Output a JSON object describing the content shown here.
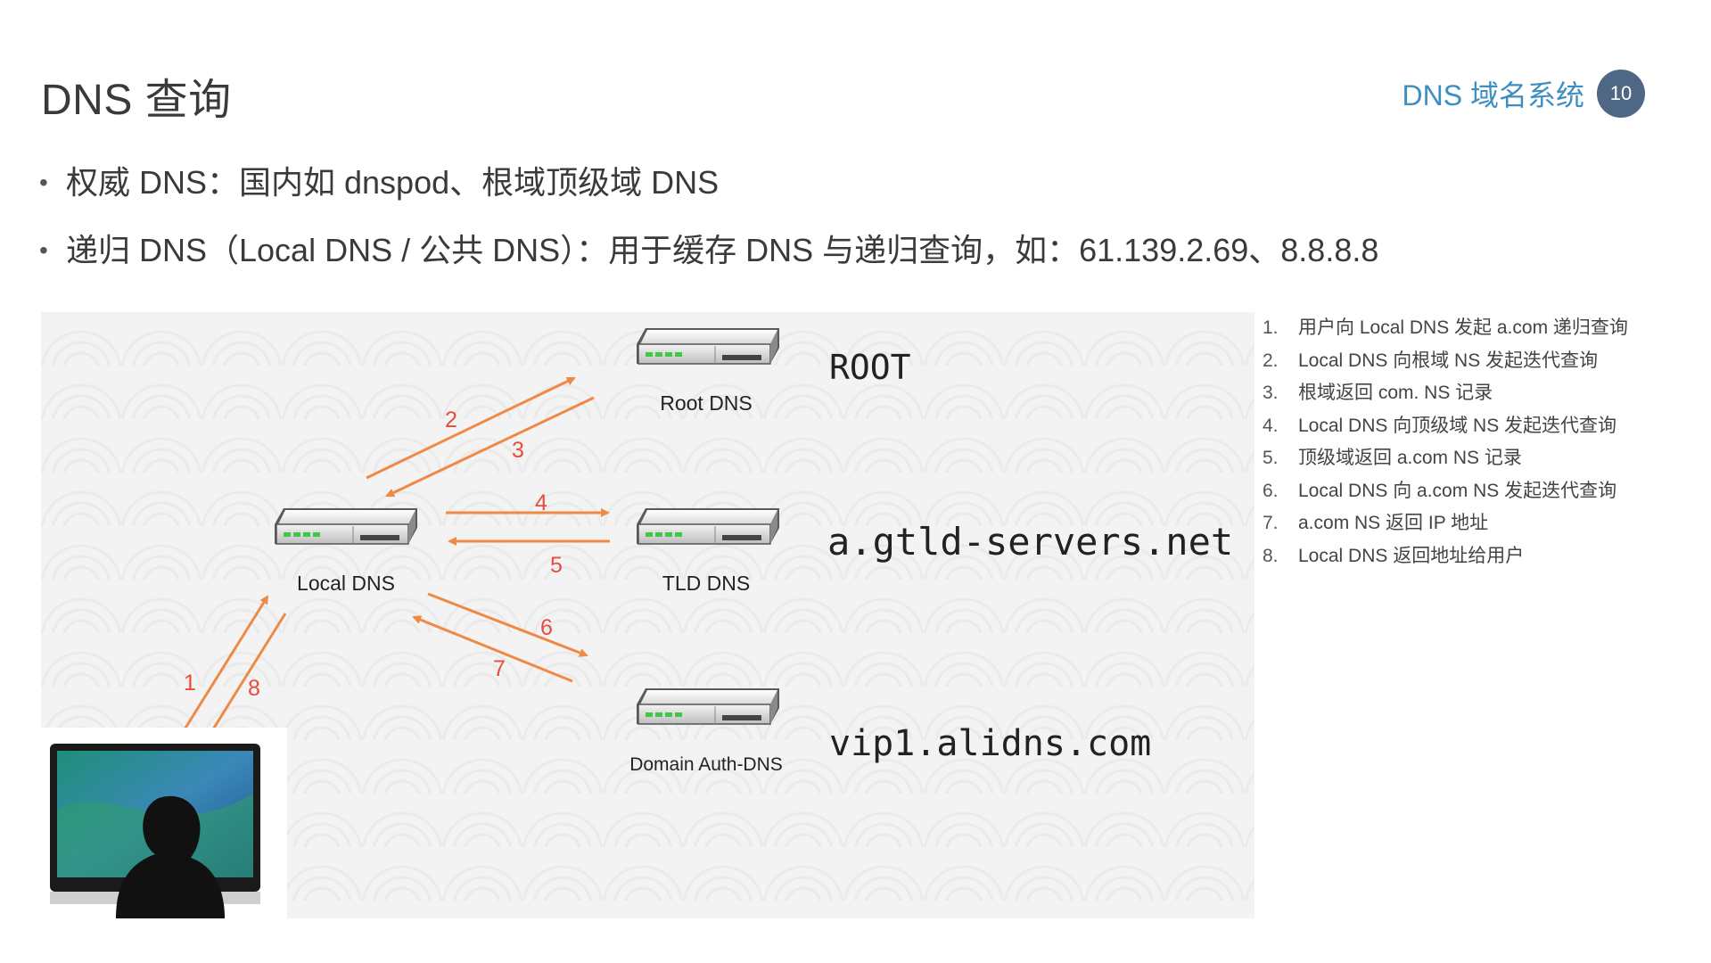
{
  "header": {
    "title": "DNS 查询",
    "section": "DNS 域名系统",
    "page_number": "10"
  },
  "bullets": [
    "权威 DNS：国内如 dnspod、根域顶级域 DNS",
    "递归 DNS（Local DNS / 公共 DNS）：用于缓存 DNS 与递归查询，如：61.139.2.69、8.8.8.8"
  ],
  "diagram": {
    "servers": {
      "root": "Root DNS",
      "local": "Local DNS",
      "tld": "TLD DNS",
      "auth": "Domain Auth-DNS"
    },
    "hosts": {
      "root": "ROOT",
      "tld": "a.gtld-servers.net",
      "auth": "vip1.alidns.com"
    },
    "arrow_labels": [
      "1",
      "2",
      "3",
      "4",
      "5",
      "6",
      "7",
      "8"
    ],
    "arrow_color": "#ef8a45",
    "label_color": "#e84c3d"
  },
  "steps": [
    {
      "num": "1.",
      "text": "用户向 Local DNS 发起 a.com 递归查询"
    },
    {
      "num": "2.",
      "text": "Local DNS 向根域 NS 发起迭代查询"
    },
    {
      "num": "3.",
      "text": "根域返回 com. NS 记录"
    },
    {
      "num": "4.",
      "text": "Local DNS 向顶级域 NS 发起迭代查询"
    },
    {
      "num": "5.",
      "text": "顶级域返回 a.com NS 记录"
    },
    {
      "num": "6.",
      "text": "Local DNS 向 a.com NS 发起迭代查询"
    },
    {
      "num": "7.",
      "text": "a.com NS 返回 IP 地址"
    },
    {
      "num": "8.",
      "text": "Local DNS 返回地址给用户"
    }
  ]
}
